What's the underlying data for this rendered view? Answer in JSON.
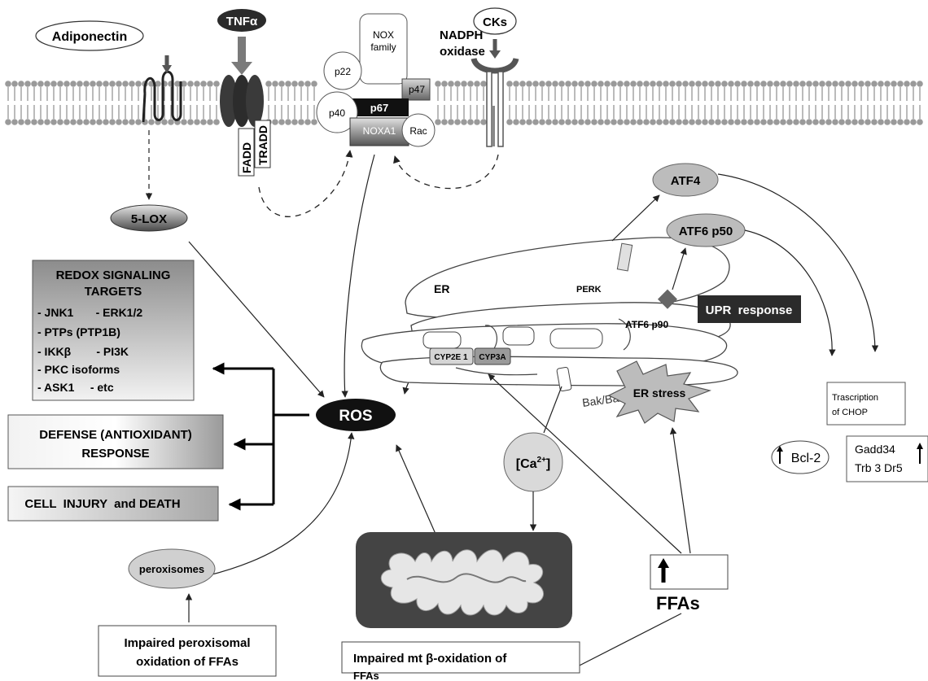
{
  "membrane": {
    "adiponectin": "Adiponectin",
    "tnf": "TNFα",
    "cks": "CKs",
    "nadph_oxidase_line1": "NADPH",
    "nadph_oxidase_line2": "oxidase",
    "nox_family_line1": "NOX",
    "nox_family_line2": "family",
    "p22": "p22",
    "p40": "p40",
    "p47": "p47",
    "p67": "p67",
    "noxa1": "NOXA1",
    "rac": "Rac",
    "fadd": "FADD",
    "tradd": "TRADD"
  },
  "nodes": {
    "five_lox": "5-LOX",
    "ros": "ROS",
    "atf4": "ATF4",
    "atf6_p50": "ATF6 p50",
    "perk": "PERK",
    "atf6_p90": "ATF6 p90",
    "er": "ER",
    "upr_response": "UPR  response",
    "cyp2e1": "CYP2E 1",
    "cyp3a": "CYP3A",
    "bak_bax": "Bak/Bax",
    "er_stress": "ER stress",
    "calcium_prefix": "[Ca",
    "calcium_sup": "2+",
    "calcium_suffix": "]",
    "transcription_line1": "Trascription",
    "transcription_line2": "of CHOP",
    "bcl2": "Bcl-2",
    "gadd34": "Gadd34",
    "trb3_dr5": "Trb 3 Dr5",
    "ffas": "FFAs",
    "peroxisomes": "peroxisomes"
  },
  "redox_box": {
    "title_line1": "REDOX SIGNALING",
    "title_line2": "TARGETS",
    "row1": "- JNK1       - ERK1/2",
    "row2": "- PTPs (PTP1B)",
    "row3": "- IKKβ        - PI3K",
    "row4": "- PKC isoforms",
    "row5": "- ASK1     - etc"
  },
  "defense_box": {
    "line1": "DEFENSE (ANTIOXIDANT)",
    "line2": "RESPONSE"
  },
  "injury_box": {
    "label": "CELL  INJURY  and DEATH"
  },
  "bottom_boxes": {
    "peroxisomal_line1": "Impaired peroxisomal",
    "peroxisomal_line2": "oxidation of FFAs",
    "mt_line1": "Impaired mt β-oxidation of",
    "mt_line2": "FFAs"
  },
  "colors": {
    "membrane_bead": "#9a9a9a",
    "dark_node": "#2b2b2b",
    "gray_node": "#bcbcbc",
    "black": "#000000"
  }
}
